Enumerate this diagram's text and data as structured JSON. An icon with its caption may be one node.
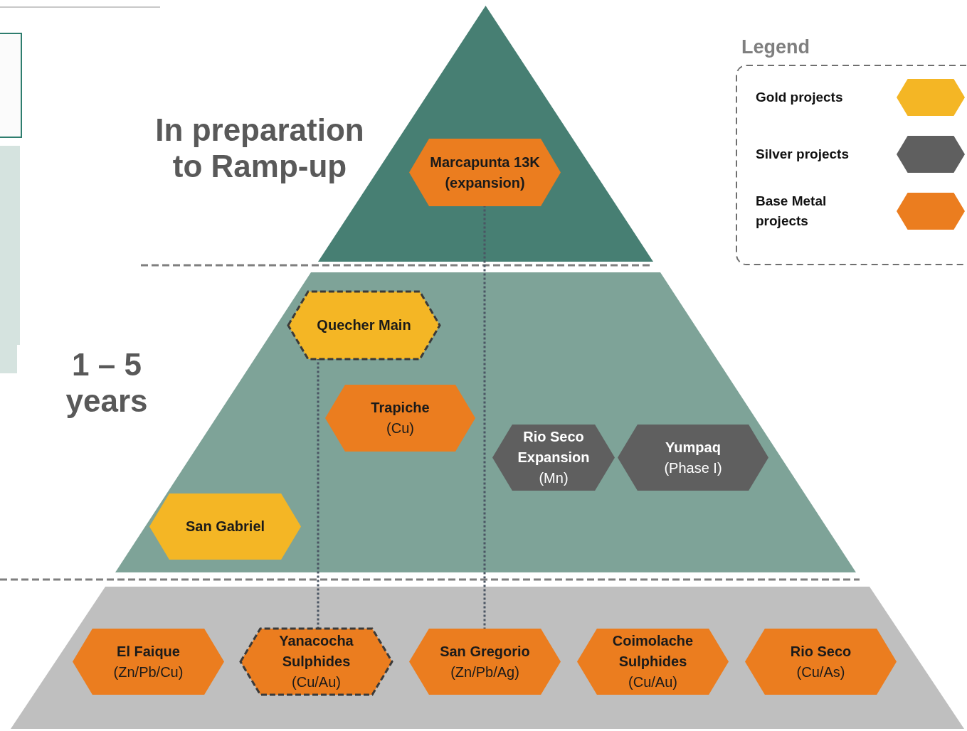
{
  "diagram": {
    "nodes": [
      {
        "text": [],
        "shape": "triangle",
        "beside": [
          "In preparation to Ramp-up"
        ]
      },
      {
        "text": [
          "Marcapunta 13K (expansion)"
        ],
        "in": 0
      },
      {
        "text": [],
        "shape": "band",
        "beside": [
          "1 – 5 years"
        ]
      },
      {
        "text": [
          "Quecher Main"
        ],
        "in": 2
      },
      {
        "text": [
          "Trapiche",
          "(Cu)"
        ],
        "in": 2
      },
      {
        "text": [
          "Rio Seco Expansion",
          "(Mn)"
        ],
        "in": 2
      },
      {
        "text": [
          "Yumpaq",
          "(Phase I)"
        ],
        "in": 2
      },
      {
        "text": [
          "San Gabriel"
        ],
        "in": 2
      },
      {
        "text": [],
        "shape": "band"
      },
      {
        "text": [
          "El Faique",
          "(Zn/Pb/Cu)"
        ],
        "in": 8
      },
      {
        "text": [
          "Yanacocha Sulphides",
          "(Cu/Au)"
        ],
        "in": 8
      },
      {
        "text": [
          "San Gregorio",
          "(Zn/Pb/Ag)"
        ],
        "in": 8
      },
      {
        "text": [
          "Coimolache Sulphides",
          "(Cu/Au)"
        ],
        "in": 8
      },
      {
        "text": [
          "Rio Seco",
          "(Cu/As)"
        ],
        "in": 8
      }
    ],
    "edges": [
      {
        "from": 1,
        "to": 11,
        "arrow": "none",
        "style": "dashed"
      },
      {
        "from": 3,
        "to": 10,
        "arrow": "none",
        "style": "dashed"
      }
    ],
    "labels": [
      "Legend"
    ],
    "legend": [
      {
        "text": "Gold projects",
        "color": "#f4b625"
      },
      {
        "text": "Silver projects",
        "color": "#5f5f5f"
      },
      {
        "text": "Base Metal projects",
        "color": "#eb7d1f"
      }
    ]
  }
}
